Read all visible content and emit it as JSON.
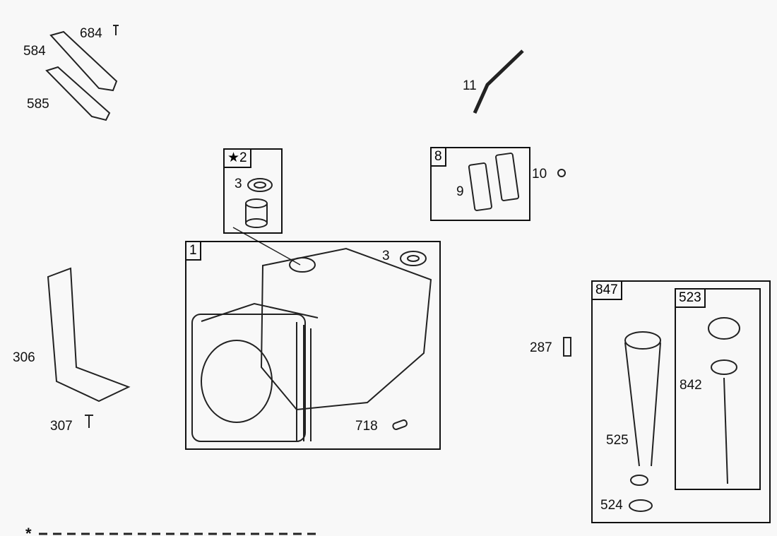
{
  "parts": {
    "p684": "684",
    "p584": "584",
    "p585": "585",
    "p11": "11",
    "k2": "★2",
    "p3a": "3",
    "k8": "8",
    "p9": "9",
    "p10": "10",
    "k1": "1",
    "p3b": "3",
    "p306": "306",
    "p307": "307",
    "p718": "718",
    "p287": "287",
    "k847": "847",
    "k523": "523",
    "p842": "842",
    "p525": "525",
    "p524": "524"
  },
  "footnote_star": "*"
}
